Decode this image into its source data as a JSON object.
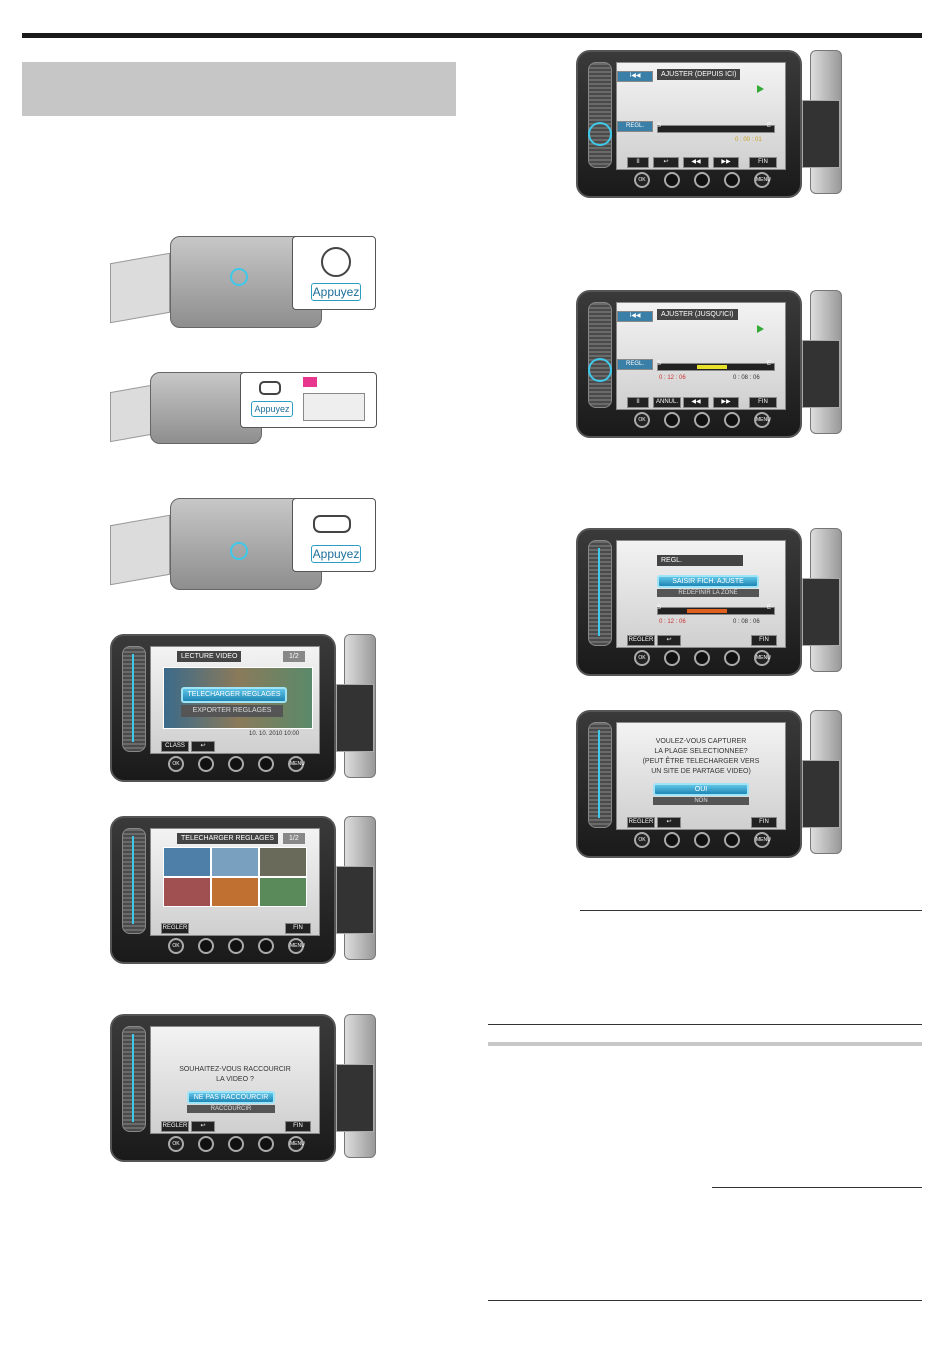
{
  "callouts": {
    "press": "Appuyez"
  },
  "screens": {
    "lecture": {
      "title": "LECTURE VIDEO",
      "page": "1/2",
      "opt1": "TELECHARGER REGLAGES",
      "opt2": "EXPORTER REGLAGES",
      "date": "10. 10. 2010 10:00",
      "btn_class": "CLASS"
    },
    "telecharger": {
      "title": "TELECHARGER REGLAGES",
      "page": "1/2",
      "btn_regler": "REGLER",
      "btn_fin": "FIN"
    },
    "raccourcir": {
      "msg1": "SOUHAITEZ-VOUS RACCOURCIR",
      "msg2": "LA VIDEO ?",
      "opt1": "NE PAS RACCOURCIR",
      "opt2": "RACCOURCIR",
      "btn_regler": "REGLER",
      "btn_fin": "FIN"
    },
    "ajuster_depuis": {
      "title": "AJUSTER (DEPUIS ICI)",
      "btn_regl": "REGL.",
      "s": "S",
      "e": "E",
      "tc": "0 : 00 : 01",
      "btn_fin": "FIN"
    },
    "ajuster_jusqu": {
      "title": "AJUSTER (JUSQU'ICI)",
      "btn_regl": "REGL.",
      "s": "S",
      "e": "E",
      "tc1": "0 : 12 : 06",
      "tc2": "0 : 08 : 06",
      "btn_annul": "ANNUL.",
      "btn_fin": "FIN"
    },
    "regl": {
      "title": "REGL.",
      "opt1": "SAISIR FICH. AJUSTE",
      "opt2": "REDEFINIR LA ZONE",
      "s": "S",
      "e": "E",
      "tc1": "0 : 12 : 06",
      "tc2": "0 : 08 : 06",
      "btn_regler": "REGLER",
      "btn_fin": "FIN"
    },
    "capturer": {
      "msg1": "VOULEZ-VOUS CAPTURER",
      "msg2": "LA PLAGE SELECTIONNEE?",
      "msg3": "(PEUT ÊTRE TELECHARGER VERS",
      "msg4": "UN SITE DE PARTAGE VIDEO)",
      "opt1": "OUI",
      "opt2": "NON",
      "btn_regler": "REGLER",
      "btn_fin": "FIN"
    }
  },
  "icons": {
    "ok": "OK",
    "menu": "MENU"
  },
  "colors": {
    "accent": "#3ec8ea",
    "timeline_sel": "#e8e02a",
    "timecode": "#cc3333"
  }
}
